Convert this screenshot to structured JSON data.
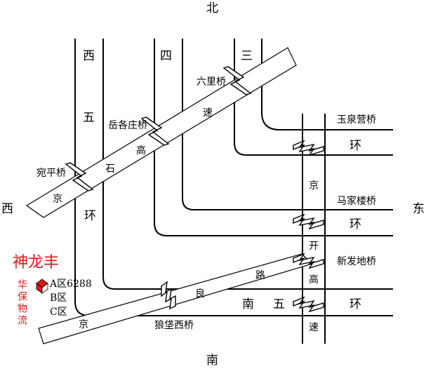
{
  "compass": {
    "north": "北",
    "south": "南",
    "east": "东",
    "west": "西"
  },
  "rings": {
    "west_ring_chars": [
      "西",
      "五",
      "环"
    ],
    "fourth_ring_char": "四",
    "third_ring_char": "三",
    "east_ring_char": "环",
    "south_ring_chars": [
      "南",
      "五",
      "环"
    ]
  },
  "expressways": {
    "jingshi_chars": [
      "京",
      "石",
      "高",
      "速"
    ],
    "jingkai_chars": [
      "京",
      "开",
      "高",
      "速"
    ],
    "jingliang_chars": [
      "京",
      "良",
      "路"
    ]
  },
  "bridges": {
    "liuli": "六里桥",
    "yuegezhuang": "岳各庄桥",
    "wanping": "宛平桥",
    "yuquanying": "玉泉营桥",
    "majialou": "马家楼桥",
    "xinfadi": "新发地桥",
    "langbao": "狼垡西桥"
  },
  "company": {
    "name": "神龙丰",
    "vertical_name": "华保物流",
    "zones": [
      "A区6288",
      "B区",
      "C区"
    ]
  },
  "colors": {
    "brand_red": "#e0161b",
    "line": "#000000",
    "background": "#ffffff"
  },
  "icons": [
    "house-icon"
  ]
}
